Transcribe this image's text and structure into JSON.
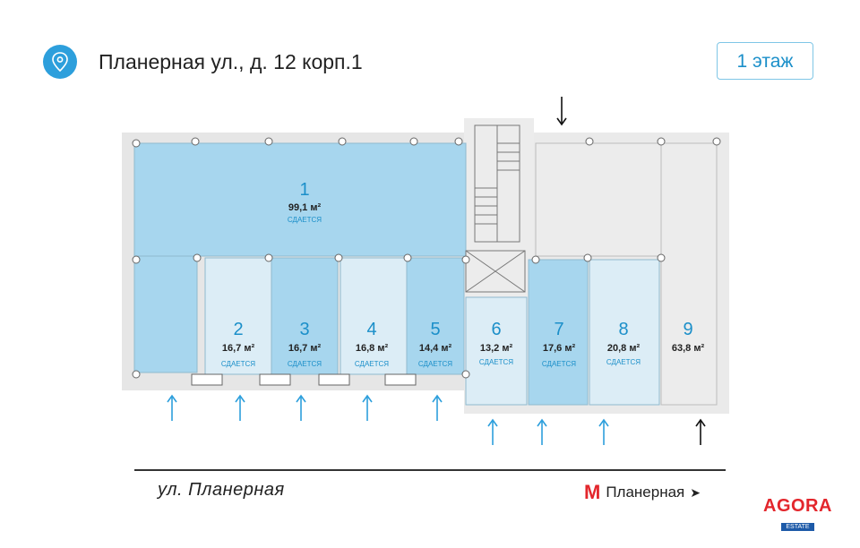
{
  "header": {
    "address": "Планерная ул., д. 12 корп.1",
    "floor_label": "1 этаж",
    "pin_icon": "location-pin-icon"
  },
  "units": [
    {
      "num": "1",
      "area": "99,1 м²",
      "status": "СДАЕТСЯ",
      "available": true
    },
    {
      "num": "2",
      "area": "16,7 м²",
      "status": "СДАЕТСЯ",
      "available": true
    },
    {
      "num": "3",
      "area": "16,7 м²",
      "status": "СДАЕТСЯ",
      "available": true
    },
    {
      "num": "4",
      "area": "16,8 м²",
      "status": "СДАЕТСЯ",
      "available": true
    },
    {
      "num": "5",
      "area": "14,4 м²",
      "status": "СДАЕТСЯ",
      "available": true
    },
    {
      "num": "6",
      "area": "13,2 м²",
      "status": "СДАЕТСЯ",
      "available": true
    },
    {
      "num": "7",
      "area": "17,6 м²",
      "status": "СДАЕТСЯ",
      "available": true
    },
    {
      "num": "8",
      "area": "20,8 м²",
      "status": "СДАЕТСЯ",
      "available": true
    },
    {
      "num": "9",
      "area": "63,8 м²",
      "status": "",
      "available": false
    }
  ],
  "footer": {
    "street": "ул. Планерная",
    "metro_symbol": "М",
    "metro_station": "Планерная",
    "logo_text": "AGORA",
    "logo_sub": "ESTATE"
  },
  "colors": {
    "accent": "#2d9fdc",
    "unit_fill_light": "#dcedf6",
    "unit_fill_dark": "#a7d6ee",
    "unit_fill_grey": "#ececec",
    "metro_red": "#e3262c",
    "logo_blue": "#1d5aa8"
  }
}
